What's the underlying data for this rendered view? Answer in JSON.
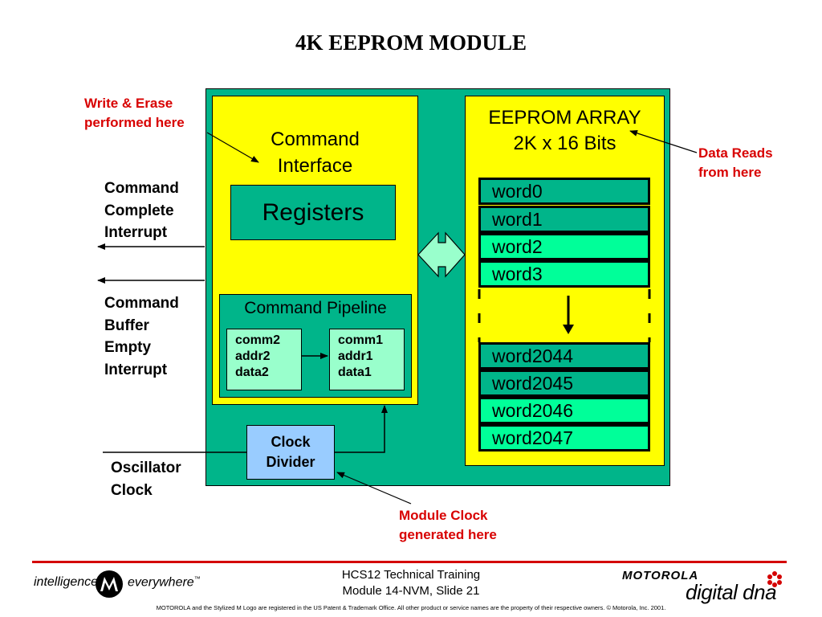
{
  "title": "4K EEPROM MODULE",
  "command_interface": {
    "title_line1": "Command",
    "title_line2": "Interface",
    "registers_label": "Registers",
    "pipeline": {
      "title": "Command Pipeline",
      "stage2": [
        "comm2",
        "addr2",
        "data2"
      ],
      "stage1": [
        "comm1",
        "addr1",
        "data1"
      ]
    }
  },
  "eeprom_array": {
    "title_line1": "EEPROM ARRAY",
    "title_line2": "2K x 16 Bits",
    "top_words": [
      "word0",
      "word1",
      "word2",
      "word3"
    ],
    "bottom_words": [
      "word2044",
      "word2045",
      "word2046",
      "word2047"
    ]
  },
  "clock_divider": {
    "line1": "Clock",
    "line2": "Divider"
  },
  "left_labels": {
    "command_complete": [
      "Command",
      "Complete",
      "Interrupt"
    ],
    "buffer_empty": [
      "Command",
      "Buffer",
      "Empty",
      "Interrupt"
    ],
    "oscillator": [
      "Oscillator",
      "Clock"
    ]
  },
  "callouts": {
    "write_erase": [
      "Write & Erase",
      "performed here"
    ],
    "data_reads": [
      "Data Reads",
      "from here"
    ],
    "module_clock": [
      "Module Clock",
      "generated here"
    ]
  },
  "footer": {
    "tagline_left": "intelligence",
    "tagline_right": "everywhere",
    "tm": "™",
    "course": "HCS12 Technical Training",
    "slide": "Module 14-NVM, Slide 21",
    "brand": "MOTOROLA",
    "dna": "digital dna",
    "legal": "MOTOROLA and the Stylized M Logo are registered in the US Patent & Trademark Office. All other  product or service names are the property of their respective owners.  © Motorola, Inc. 2001."
  },
  "colors": {
    "module_green": "#00b58a",
    "panel_yellow": "#ffff00",
    "light_green": "#00ff99",
    "pale_green": "#99ffcc",
    "clock_blue": "#99ccff",
    "callout_red": "#d80000"
  }
}
